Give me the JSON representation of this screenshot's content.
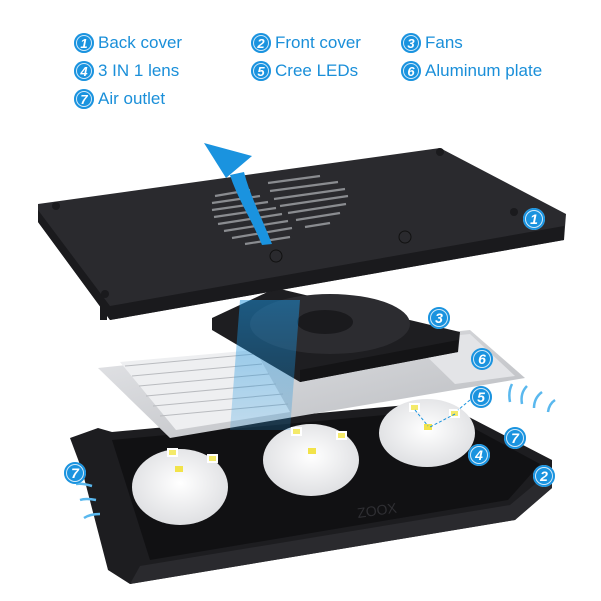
{
  "legend": [
    {
      "num": "1",
      "label": "Back cover"
    },
    {
      "num": "2",
      "label": "Front cover"
    },
    {
      "num": "3",
      "label": "Fans"
    },
    {
      "num": "4",
      "label": "3 IN 1 lens"
    },
    {
      "num": "5",
      "label": "Cree LEDs"
    },
    {
      "num": "6",
      "label": "Aluminum plate"
    },
    {
      "num": "7",
      "label": "Air outlet"
    }
  ],
  "callouts": {
    "back_cover": "1",
    "front_cover": "2",
    "fan": "3",
    "lens": "4",
    "leds": "5",
    "aluminum_plate": "6",
    "air_outlet_right": "7",
    "air_outlet_left": "7"
  },
  "brand_mark": "ZOOX",
  "colors": {
    "accent_blue": "#1a93df",
    "housing_black": "#1f1f22",
    "aluminum": "#c9cbcf"
  }
}
